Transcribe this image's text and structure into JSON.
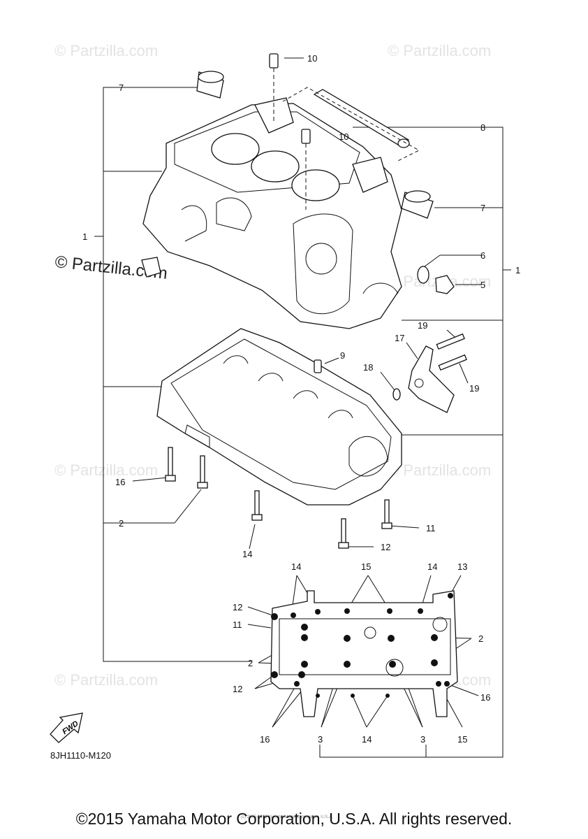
{
  "watermark": {
    "text": "© Partzilla.com",
    "prominent": "© Partzilla.com"
  },
  "diagram_code": "8JH1110-M120",
  "fine_print": "(c) 2005-2016 Yamaha Motor Corporation, U.S.A.",
  "copyright": "©2015 Yamaha Motor Corporation, U.S.A. All rights reserved.",
  "fwd_label": "FWD",
  "callouts": {
    "c1": "1",
    "c2": "2",
    "c3": "3",
    "c5": "5",
    "c6": "6",
    "c7": "7",
    "c8": "8",
    "c9": "9",
    "c10": "10",
    "c11": "11",
    "c12": "12",
    "c13": "13",
    "c14": "14",
    "c15": "15",
    "c16": "16",
    "c17": "17",
    "c18": "18",
    "c19": "19"
  }
}
